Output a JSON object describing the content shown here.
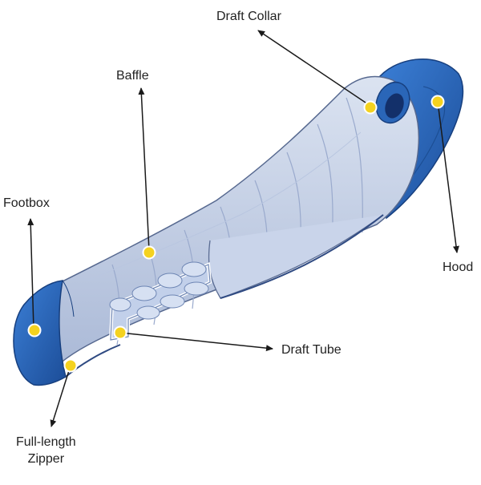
{
  "labels": {
    "draft_collar": "Draft Collar",
    "baffle": "Baffle",
    "footbox": "Footbox",
    "hood": "Hood",
    "draft_tube": "Draft Tube",
    "zipper_line1": "Full-length",
    "zipper_line2": "Zipper"
  },
  "colors": {
    "shell_light": "#c6d3e9",
    "shell_mid": "#b2c2df",
    "shell_dark": "#8ea0c7",
    "outline": "#4a5f8c",
    "blue_accent": "#2f6fc8",
    "blue_dark": "#1e4f9a",
    "marker": "#f4d21f",
    "marker_ring": "#ffffff",
    "arrow": "#1a1a1a"
  }
}
